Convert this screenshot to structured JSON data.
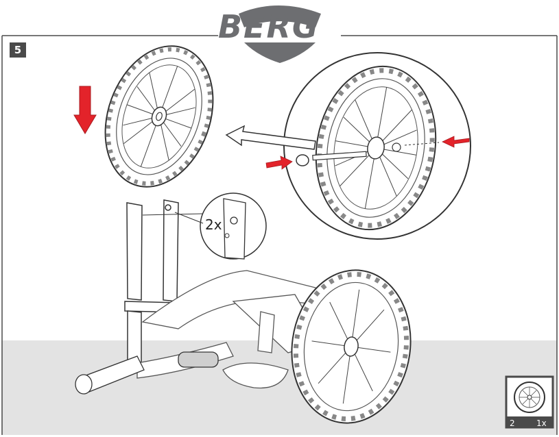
{
  "brand": {
    "name": "BERG"
  },
  "step": {
    "number": "5"
  },
  "callout": {
    "quantity_text": "2x"
  },
  "parts_box": {
    "ref": "2",
    "count": "1x"
  },
  "colors": {
    "arrow_red": "#e3232a",
    "frame_gray": "#4a4a4a",
    "floor": "#e3e3e3",
    "line": "#3a3a3a"
  },
  "icons": [
    "down-arrow-icon",
    "red-arrow-icon",
    "hollow-arrow-icon",
    "wheel-icon",
    "berg-shield-logo"
  ]
}
